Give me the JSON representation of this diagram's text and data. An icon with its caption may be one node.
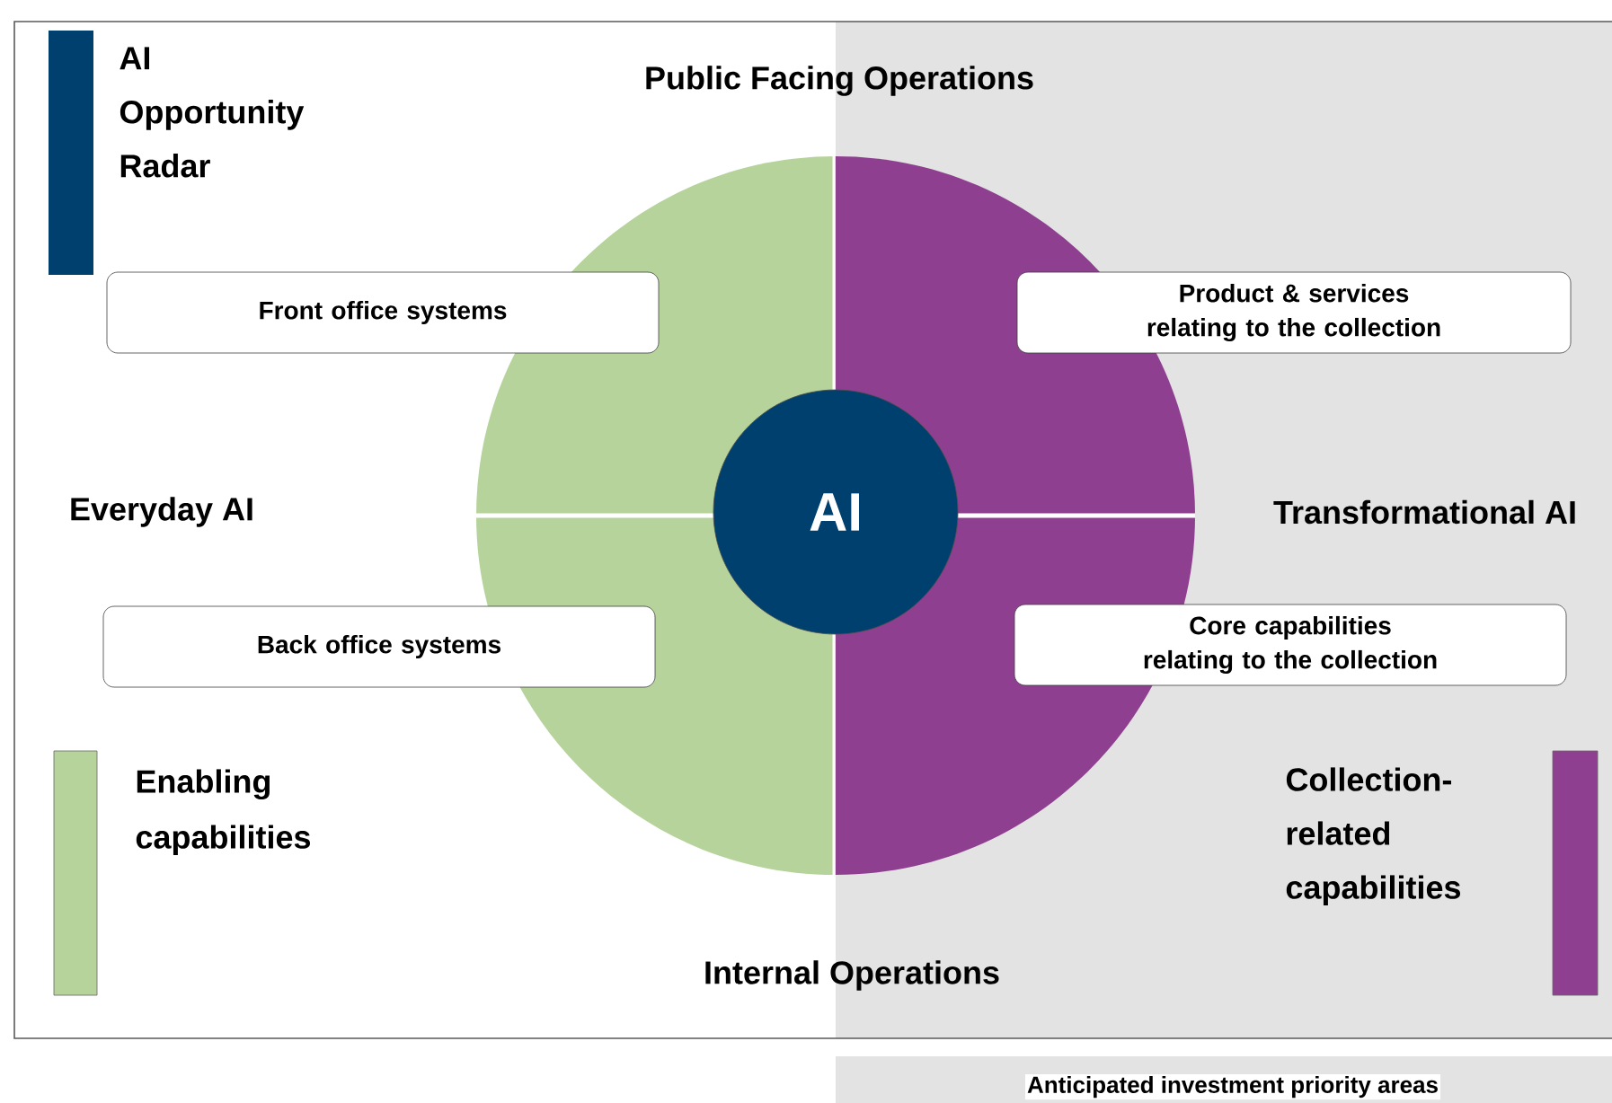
{
  "diagram": {
    "title": "AI Opportunity Radar",
    "nodes": [
      {
        "text": [
          "Front office systems"
        ]
      },
      {
        "text": [
          "Product & services relating to the collection"
        ]
      },
      {
        "text": [
          "AI"
        ]
      },
      {
        "text": [
          "Back office systems"
        ]
      },
      {
        "text": [
          "Core capabilities relating to the collection"
        ]
      }
    ],
    "labels": [
      "Public Facing Operations",
      "Everyday AI",
      "Transformational AI",
      "Internal Operations"
    ],
    "legend": [
      {
        "text": "Enabling capabilities",
        "color": "#b5d39a"
      },
      {
        "text": "Collection-related capabilities",
        "color": "#8f3f8f"
      },
      {
        "text": "Anticipated investment priority areas"
      }
    ]
  }
}
